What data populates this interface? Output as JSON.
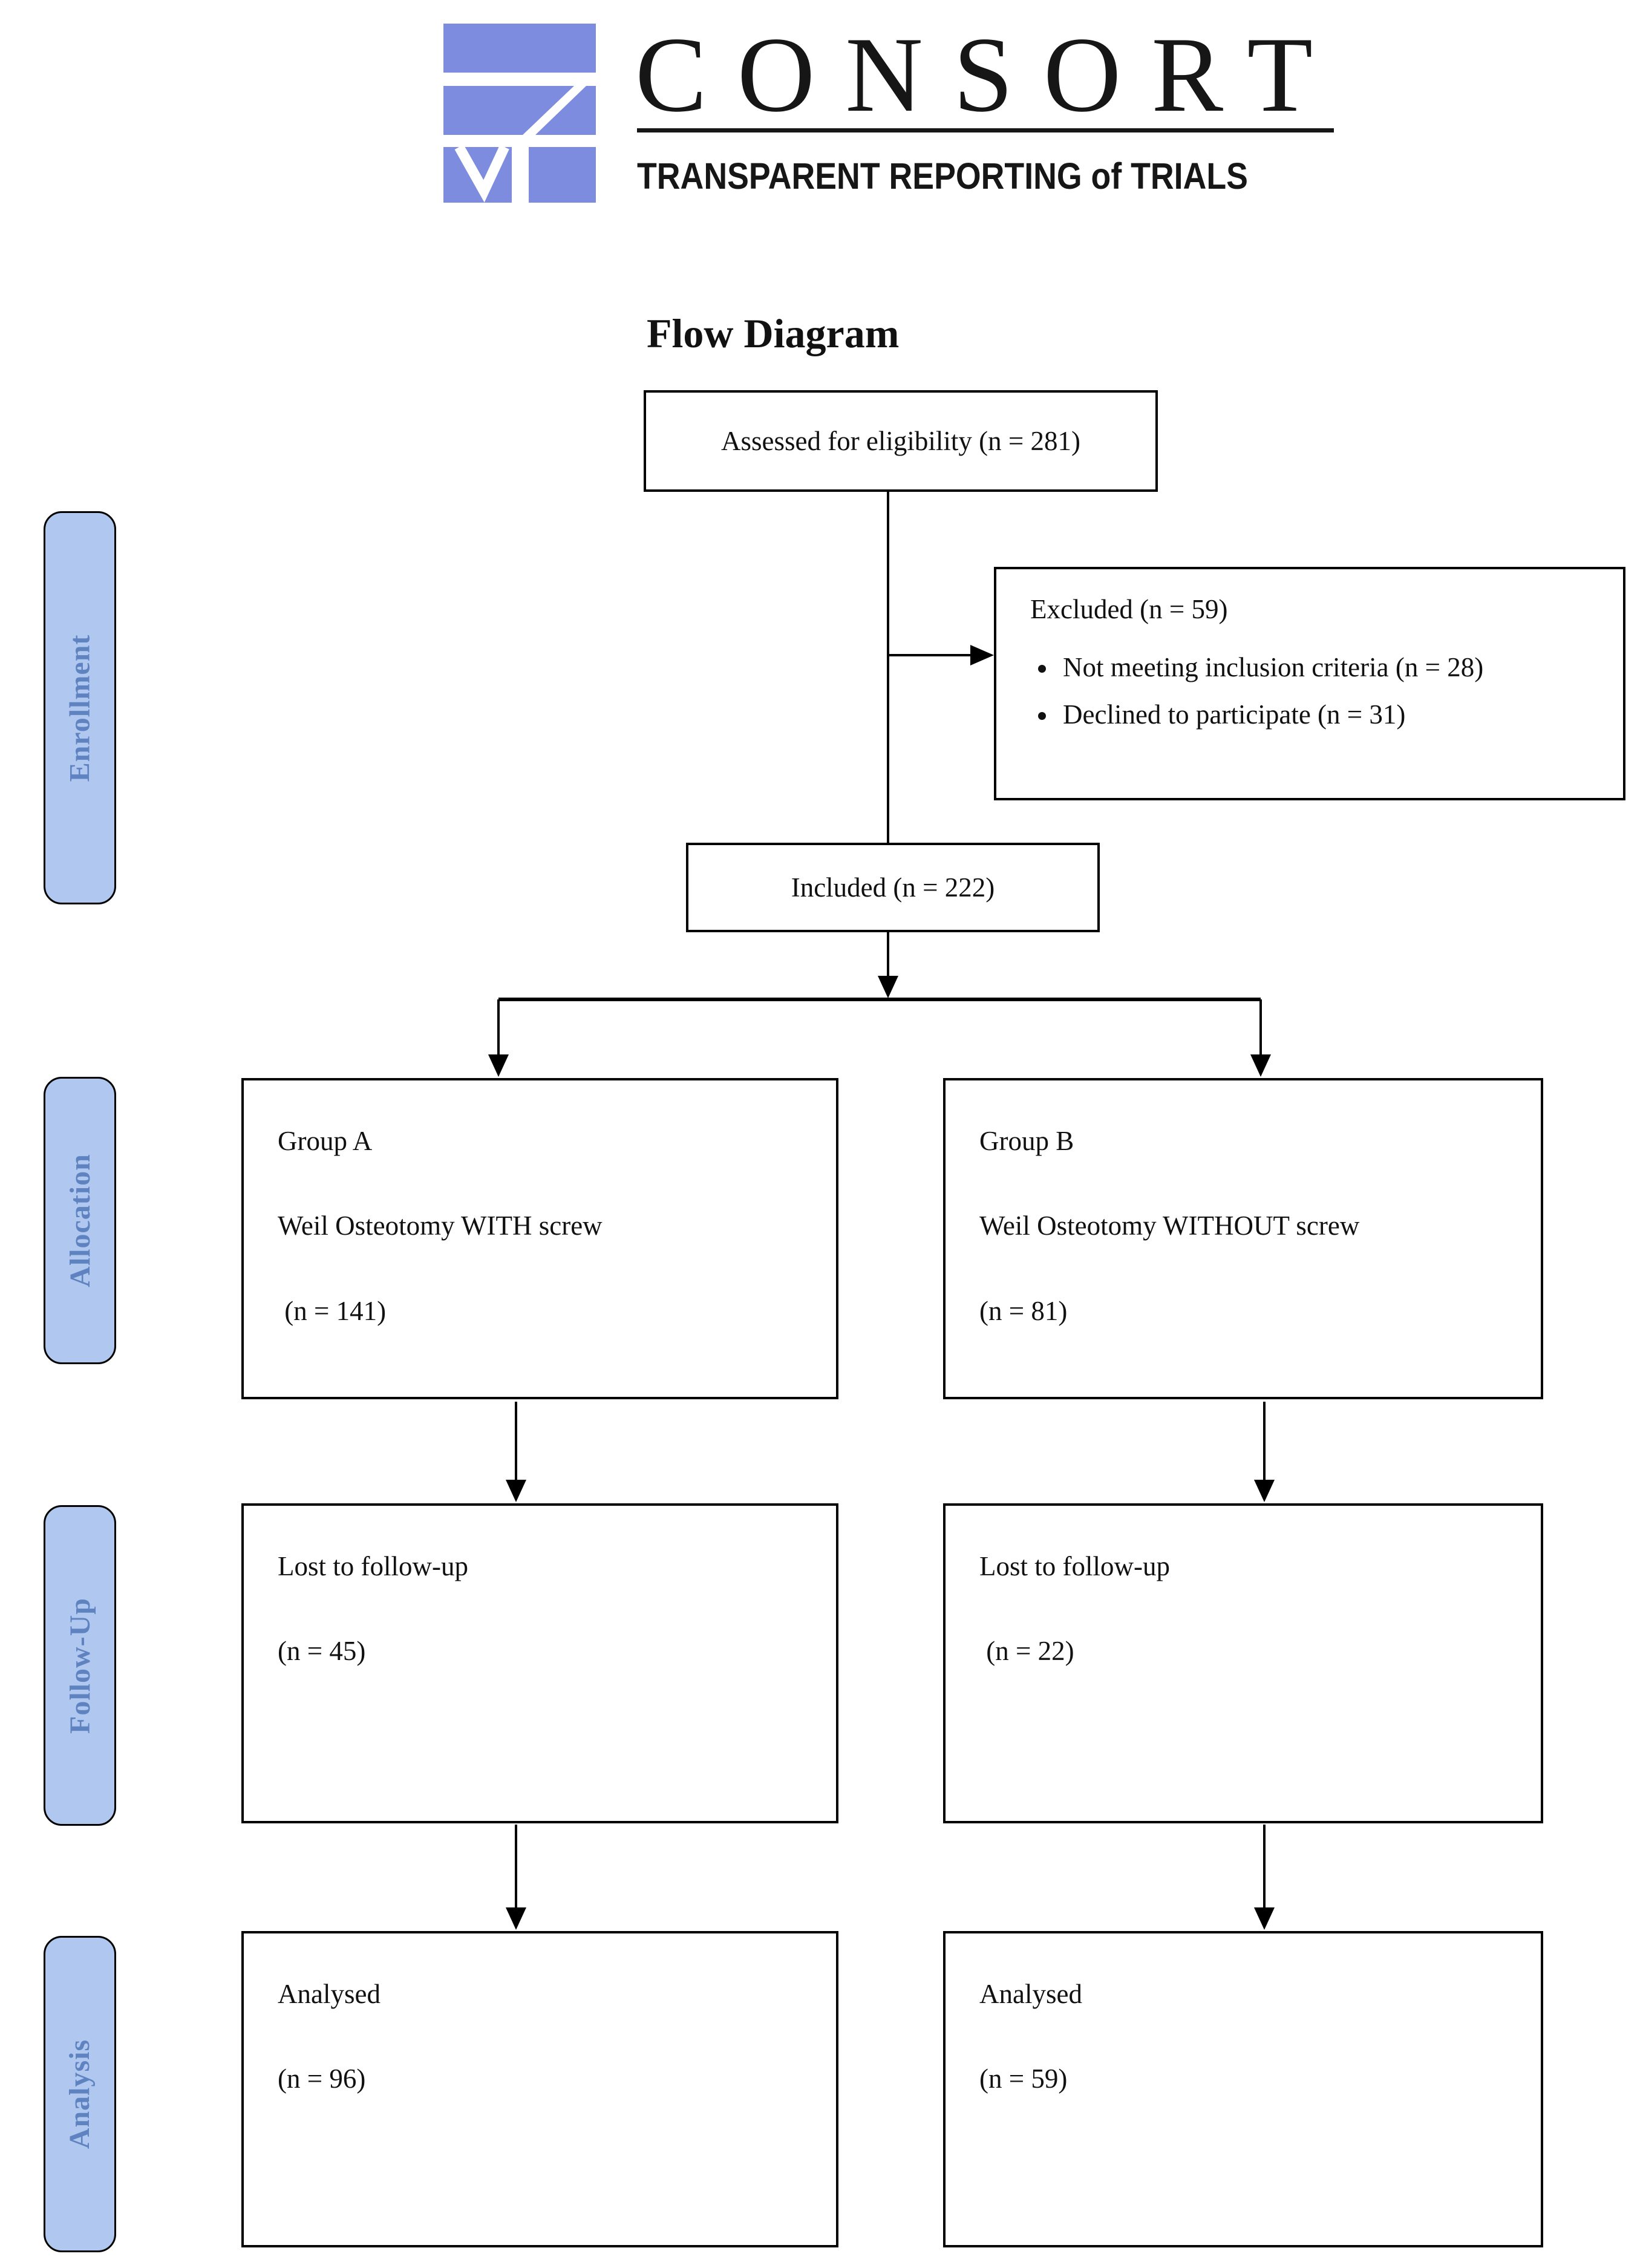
{
  "colors": {
    "brand_blue": "#7d8cde",
    "stage_fill": "#b0c7ef",
    "stage_text": "#5f83c0",
    "line_black": "#000000"
  },
  "logo": {
    "wordmark": "CONSORT",
    "tagline": "TRANSPARENT REPORTING of TRIALS"
  },
  "page_title": "Flow Diagram",
  "stage_labels": {
    "enrollment": "Enrollment",
    "allocation": "Allocation",
    "followup": "Follow-Up",
    "analysis": "Analysis"
  },
  "flow": {
    "assessed": {
      "text": "Assessed for eligibility (n = 281)"
    },
    "excluded": {
      "title": "Excluded (n = 59)",
      "bullets": [
        "Not meeting inclusion criteria (n = 28)",
        "Declined to participate (n = 31)"
      ]
    },
    "included": {
      "text": "Included (n = 222)"
    },
    "group_a": {
      "line1": "Group A",
      "line2": "Weil Osteotomy WITH screw",
      "line3": " (n = 141)"
    },
    "group_b": {
      "line1": "Group B",
      "line2": "Weil Osteotomy WITHOUT screw",
      "line3": "(n = 81)"
    },
    "lost_a": {
      "line1": "Lost to follow-up",
      "line2": "(n = 45)"
    },
    "lost_b": {
      "line1": "Lost to follow-up",
      "line2": " (n = 22)"
    },
    "analysed_a": {
      "line1": "Analysed",
      "line2": "(n = 96)"
    },
    "analysed_b": {
      "line1": "Analysed",
      "line2": "(n = 59)"
    }
  }
}
